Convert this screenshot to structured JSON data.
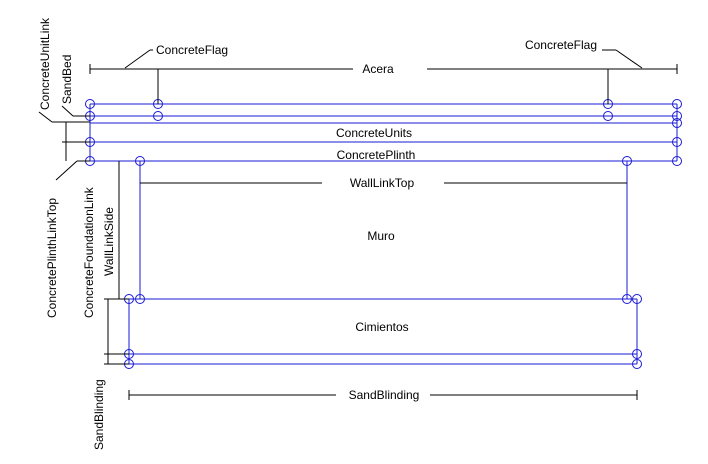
{
  "colors": {
    "geometry": "#1a1ad6",
    "annotation": "#000000",
    "background": "#ffffff"
  },
  "labels": {
    "concrete_unit_link": "ConcreteUnitLink",
    "sand_bed": "SandBed",
    "concrete_flag_left": "ConcreteFlag",
    "concrete_flag_right": "ConcreteFlag",
    "acera": "Acera",
    "concrete_units": "ConcreteUnits",
    "concrete_plinth": "ConcretePlinth",
    "wall_link_top": "WallLinkTop",
    "muro": "Muro",
    "concrete_plinth_link_top": "ConcretePlinthLinkTop",
    "concrete_foundation_link": "ConcreteFoundationLink",
    "wall_link_side": "WallLinkSide",
    "cimientos": "Cimientos",
    "sand_blinding_bottom": "SandBlinding",
    "sand_blinding_side": "SandBlinding"
  }
}
